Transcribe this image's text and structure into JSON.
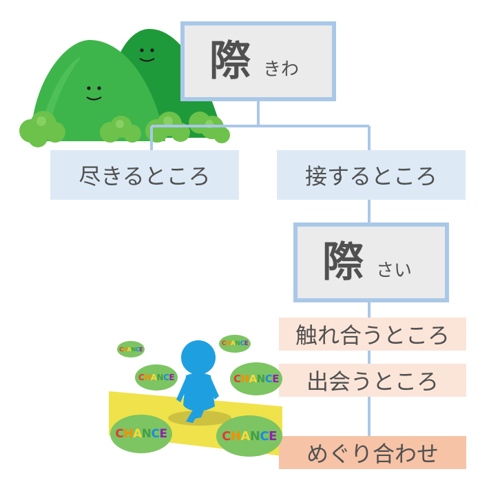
{
  "top_node": {
    "kanji": "際",
    "reading": "きわ"
  },
  "branch_left": "尽きるところ",
  "branch_right": "接するところ",
  "mid_node": {
    "kanji": "際",
    "reading": "さい"
  },
  "meanings": [
    "触れ合うところ",
    "出会うところ",
    "めぐり合わせ"
  ],
  "chance_label": "CHANCE",
  "chance_letter_colors": [
    "#e53935",
    "#fb8c00",
    "#fdd835",
    "#43a047",
    "#1e88e5",
    "#8e24aa"
  ],
  "colors": {
    "connector": "#a9c8e8",
    "kanji_box_border": "#a9c8e8",
    "kanji_box_fill": "#ebebeb",
    "blue_box": "#ddeaf6",
    "peach_box": "#fbe5d9",
    "salmon_box": "#f6c3a6",
    "hill_dark": "#1f9a3a",
    "hill_light": "#3db54a",
    "path": "#f0e24a",
    "person": "#1ea0e0",
    "chance_oval": "#7dc462"
  },
  "icons": [
    "smiling-hill-icon",
    "walking-person-icon",
    "chance-bubble-icon"
  ]
}
